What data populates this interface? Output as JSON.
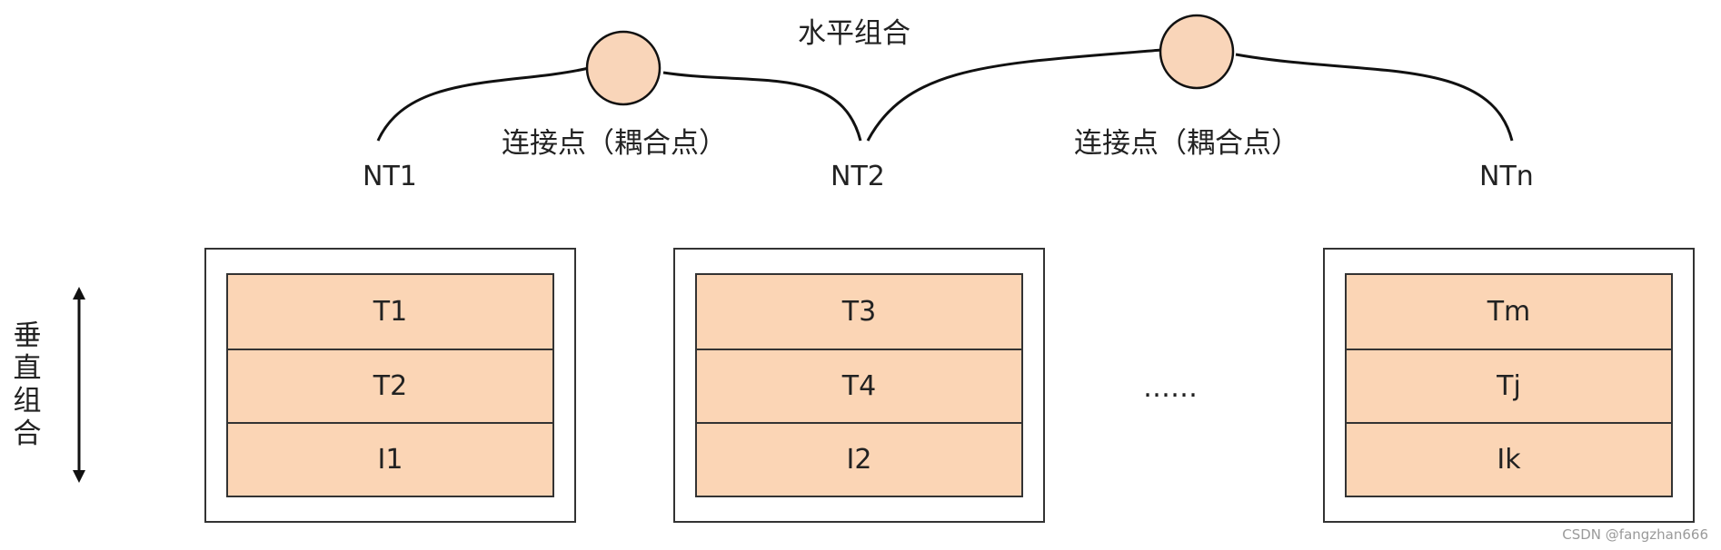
{
  "horizontal_label": "水平组合",
  "vertical_label": [
    "垂",
    "直",
    "组",
    "合"
  ],
  "connection_labels": [
    "连接点（耦合点）",
    "连接点（耦合点）"
  ],
  "nodes": [
    "NT1",
    "NT2",
    "NTn"
  ],
  "groups": [
    {
      "cells": [
        "T1",
        "T2",
        "I1"
      ]
    },
    {
      "cells": [
        "T3",
        "T4",
        "I2"
      ]
    },
    {
      "cells": [
        "Tm",
        "Tj",
        "Ik"
      ]
    }
  ],
  "ellipsis": "……",
  "watermark": "CSDN @fangzhan666",
  "colors": {
    "cell_fill": "#fbd5b5",
    "circle_fill": "#f9d5b9",
    "stroke": "#222222"
  }
}
